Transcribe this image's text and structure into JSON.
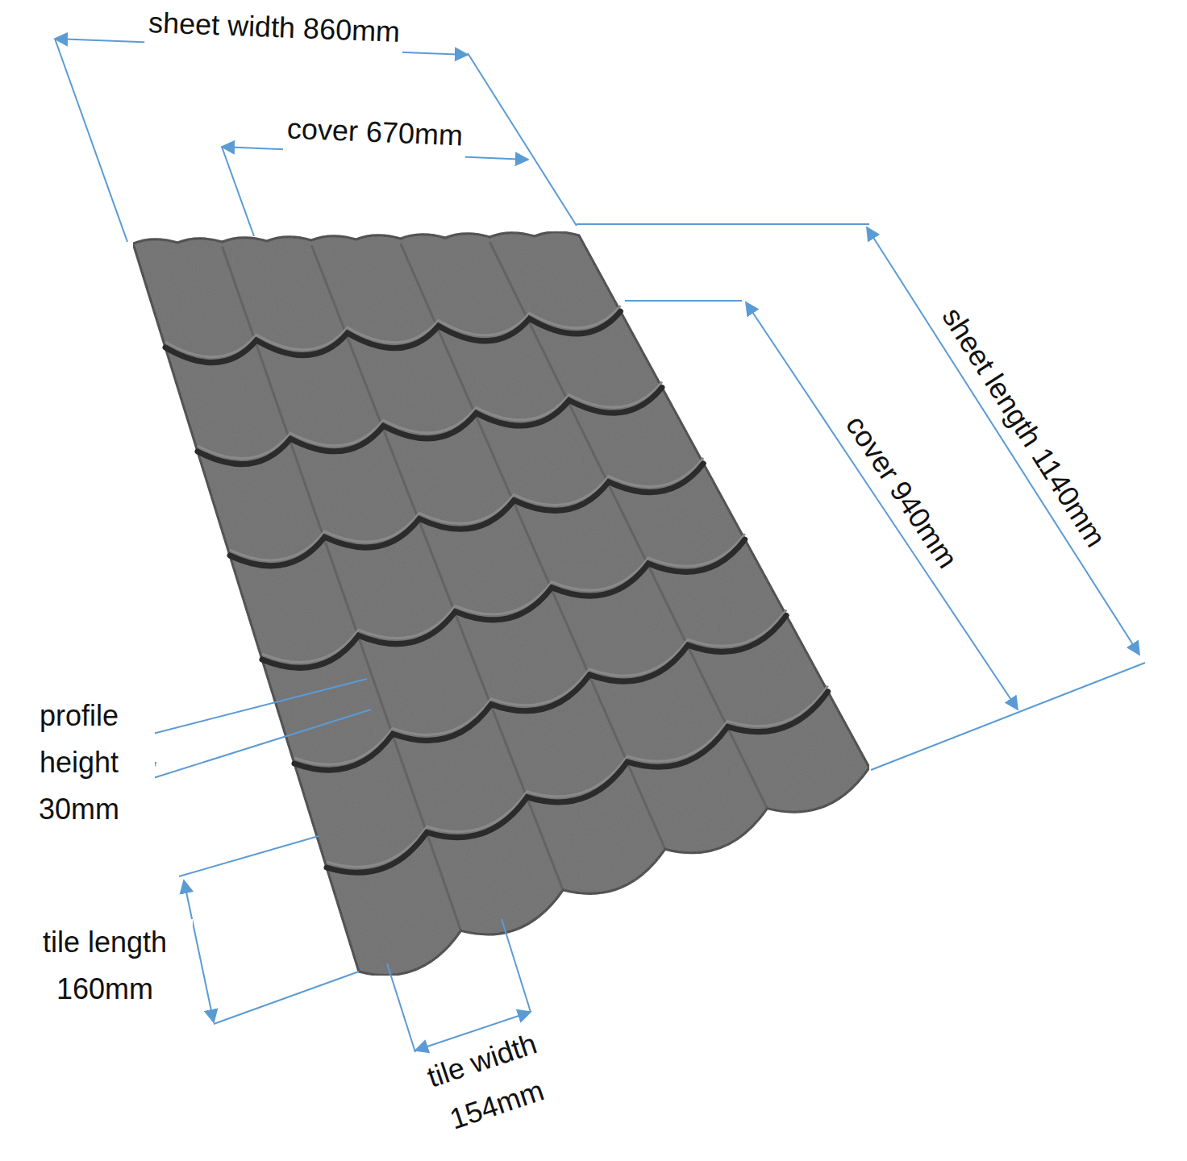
{
  "diagram": {
    "labels": [
      "sheet width 860mm",
      "cover 670mm",
      "sheet length 1140mm",
      "cover 940mm",
      "profile height 30mm",
      "tile length 160mm",
      "tile width 154mm"
    ]
  }
}
